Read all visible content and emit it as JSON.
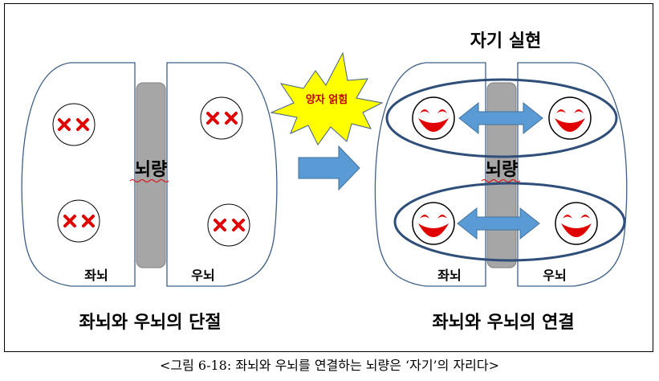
{
  "left_panel": {
    "corpus_callosum_label": "뇌량",
    "left_brain_label": "좌뇌",
    "right_brain_label": "우뇌",
    "title": "좌뇌와 우뇌의 단절"
  },
  "right_panel": {
    "heading": "자기 실현",
    "corpus_callosum_label": "뇌량",
    "left_brain_label": "좌뇌",
    "right_brain_label": "우뇌",
    "title": "좌뇌와 우뇌의 연결"
  },
  "burst_label": "양자 얽힘",
  "caption": "<그림 6-18: 좌뇌와 우뇌를 연결하는 뇌량은 ‘자기’의 자리다>",
  "colors": {
    "outline": "#3f5f88",
    "corpus_callosum": "#a6a6a6",
    "arrow_blue": "#5b9bd5",
    "burst_yellow": "#ffff00",
    "cross_red": "#e00000",
    "smile_red": "#e00000",
    "ellipse_outline": "#2f4f7a"
  },
  "icons": {
    "disconnected": "red-x-eyes-icon",
    "connected": "smiling-face-icon"
  }
}
